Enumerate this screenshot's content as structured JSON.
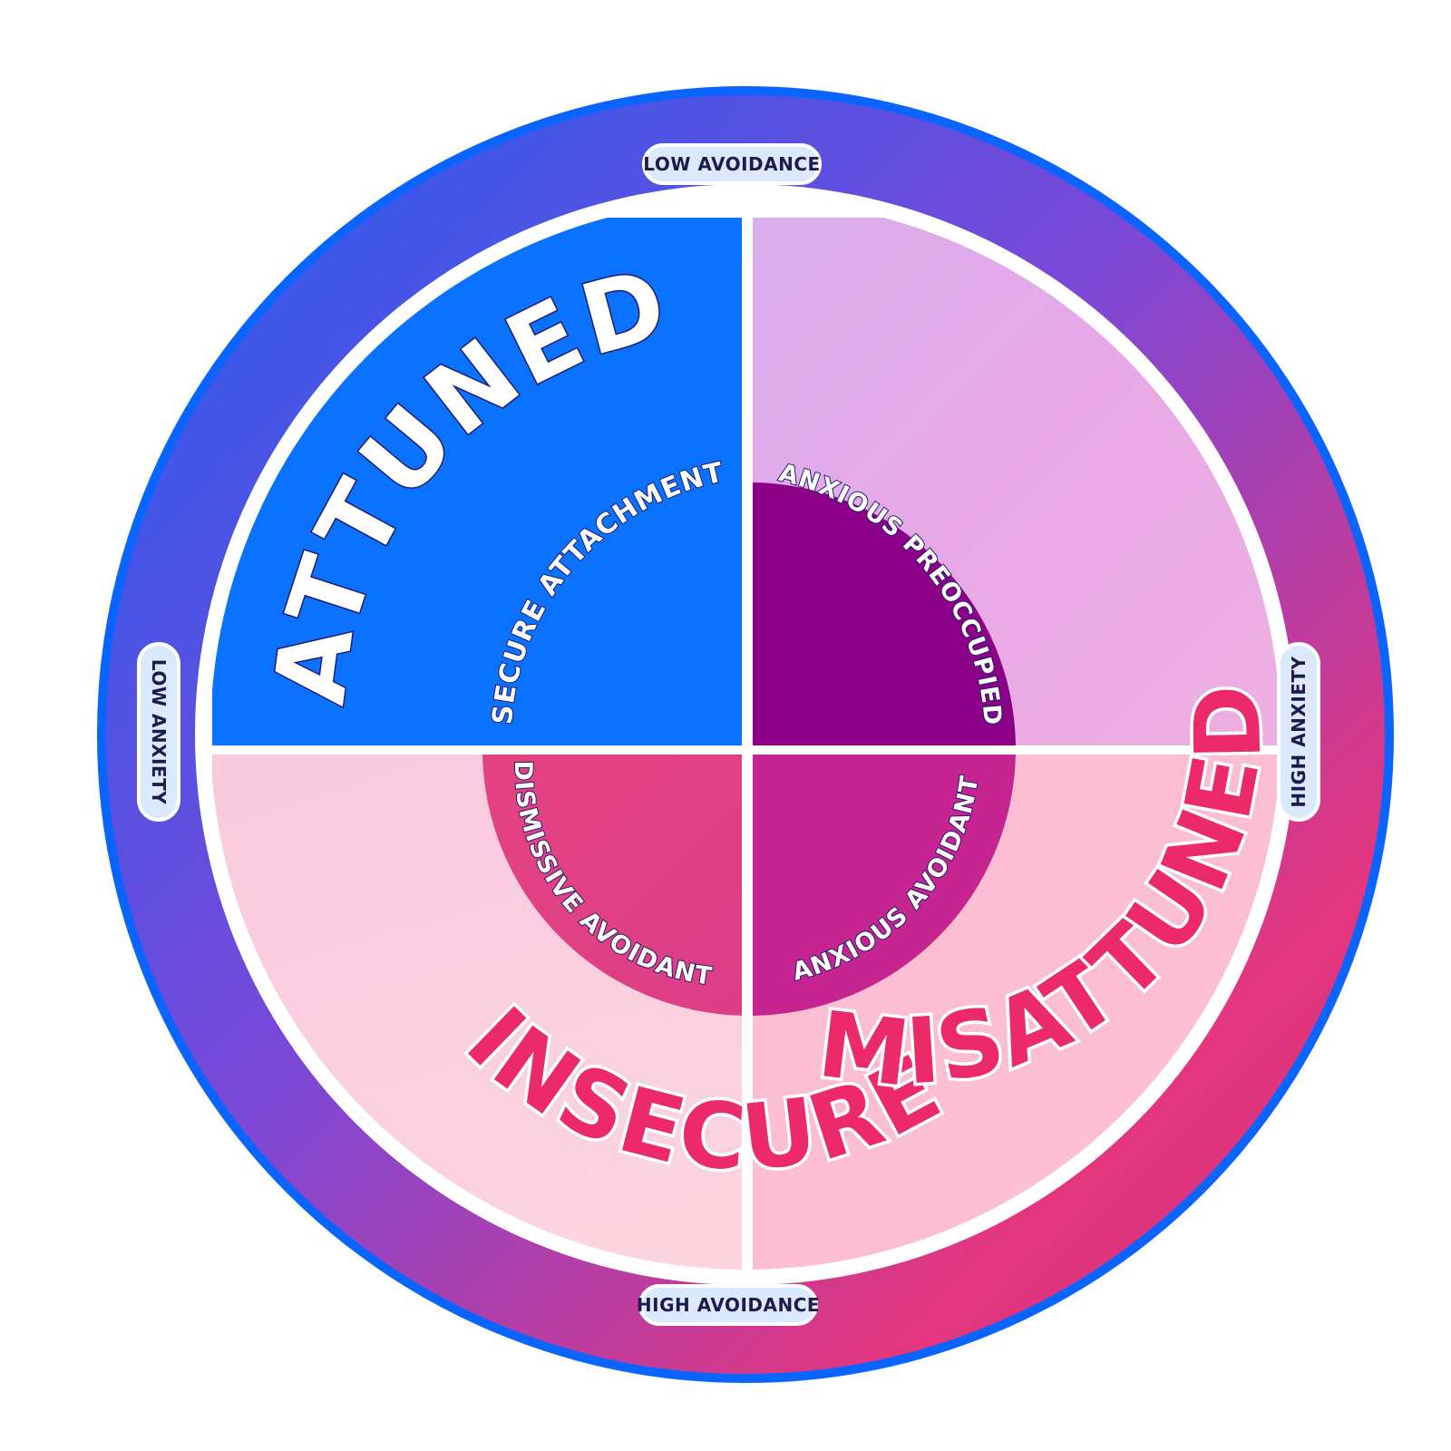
{
  "axes": {
    "top": "LOW AVOIDANCE",
    "bottom": "HIGH AVOIDANCE",
    "left": "LOW ANXIETY",
    "right": "HIGH ANXIETY"
  },
  "groups": {
    "attuned": "ATTUNED",
    "insecure": "INSECURE & MISATTUNED"
  },
  "styles": {
    "secure": "SECURE ATTACHMENT",
    "anxious_preoccupied": "ANXIOUS PREOCCUPIED",
    "dismissive_avoidant": "DISMISSIVE AVOIDANT",
    "anxious_avoidant": "ANXIOUS AVOIDANT"
  },
  "colors": {
    "blue": "#0a72ff",
    "ring_blue": "#1f5ff0",
    "ring_purple": "#8a3fd8",
    "ring_pink": "#e8327a",
    "anxious_preoccupied": "#8b0086",
    "dismissive_avoidant": "#e8457a",
    "anxious_avoidant": "#c62490",
    "label_pink": "#ec2a6a",
    "pill_bg": "#dbe9ff"
  }
}
